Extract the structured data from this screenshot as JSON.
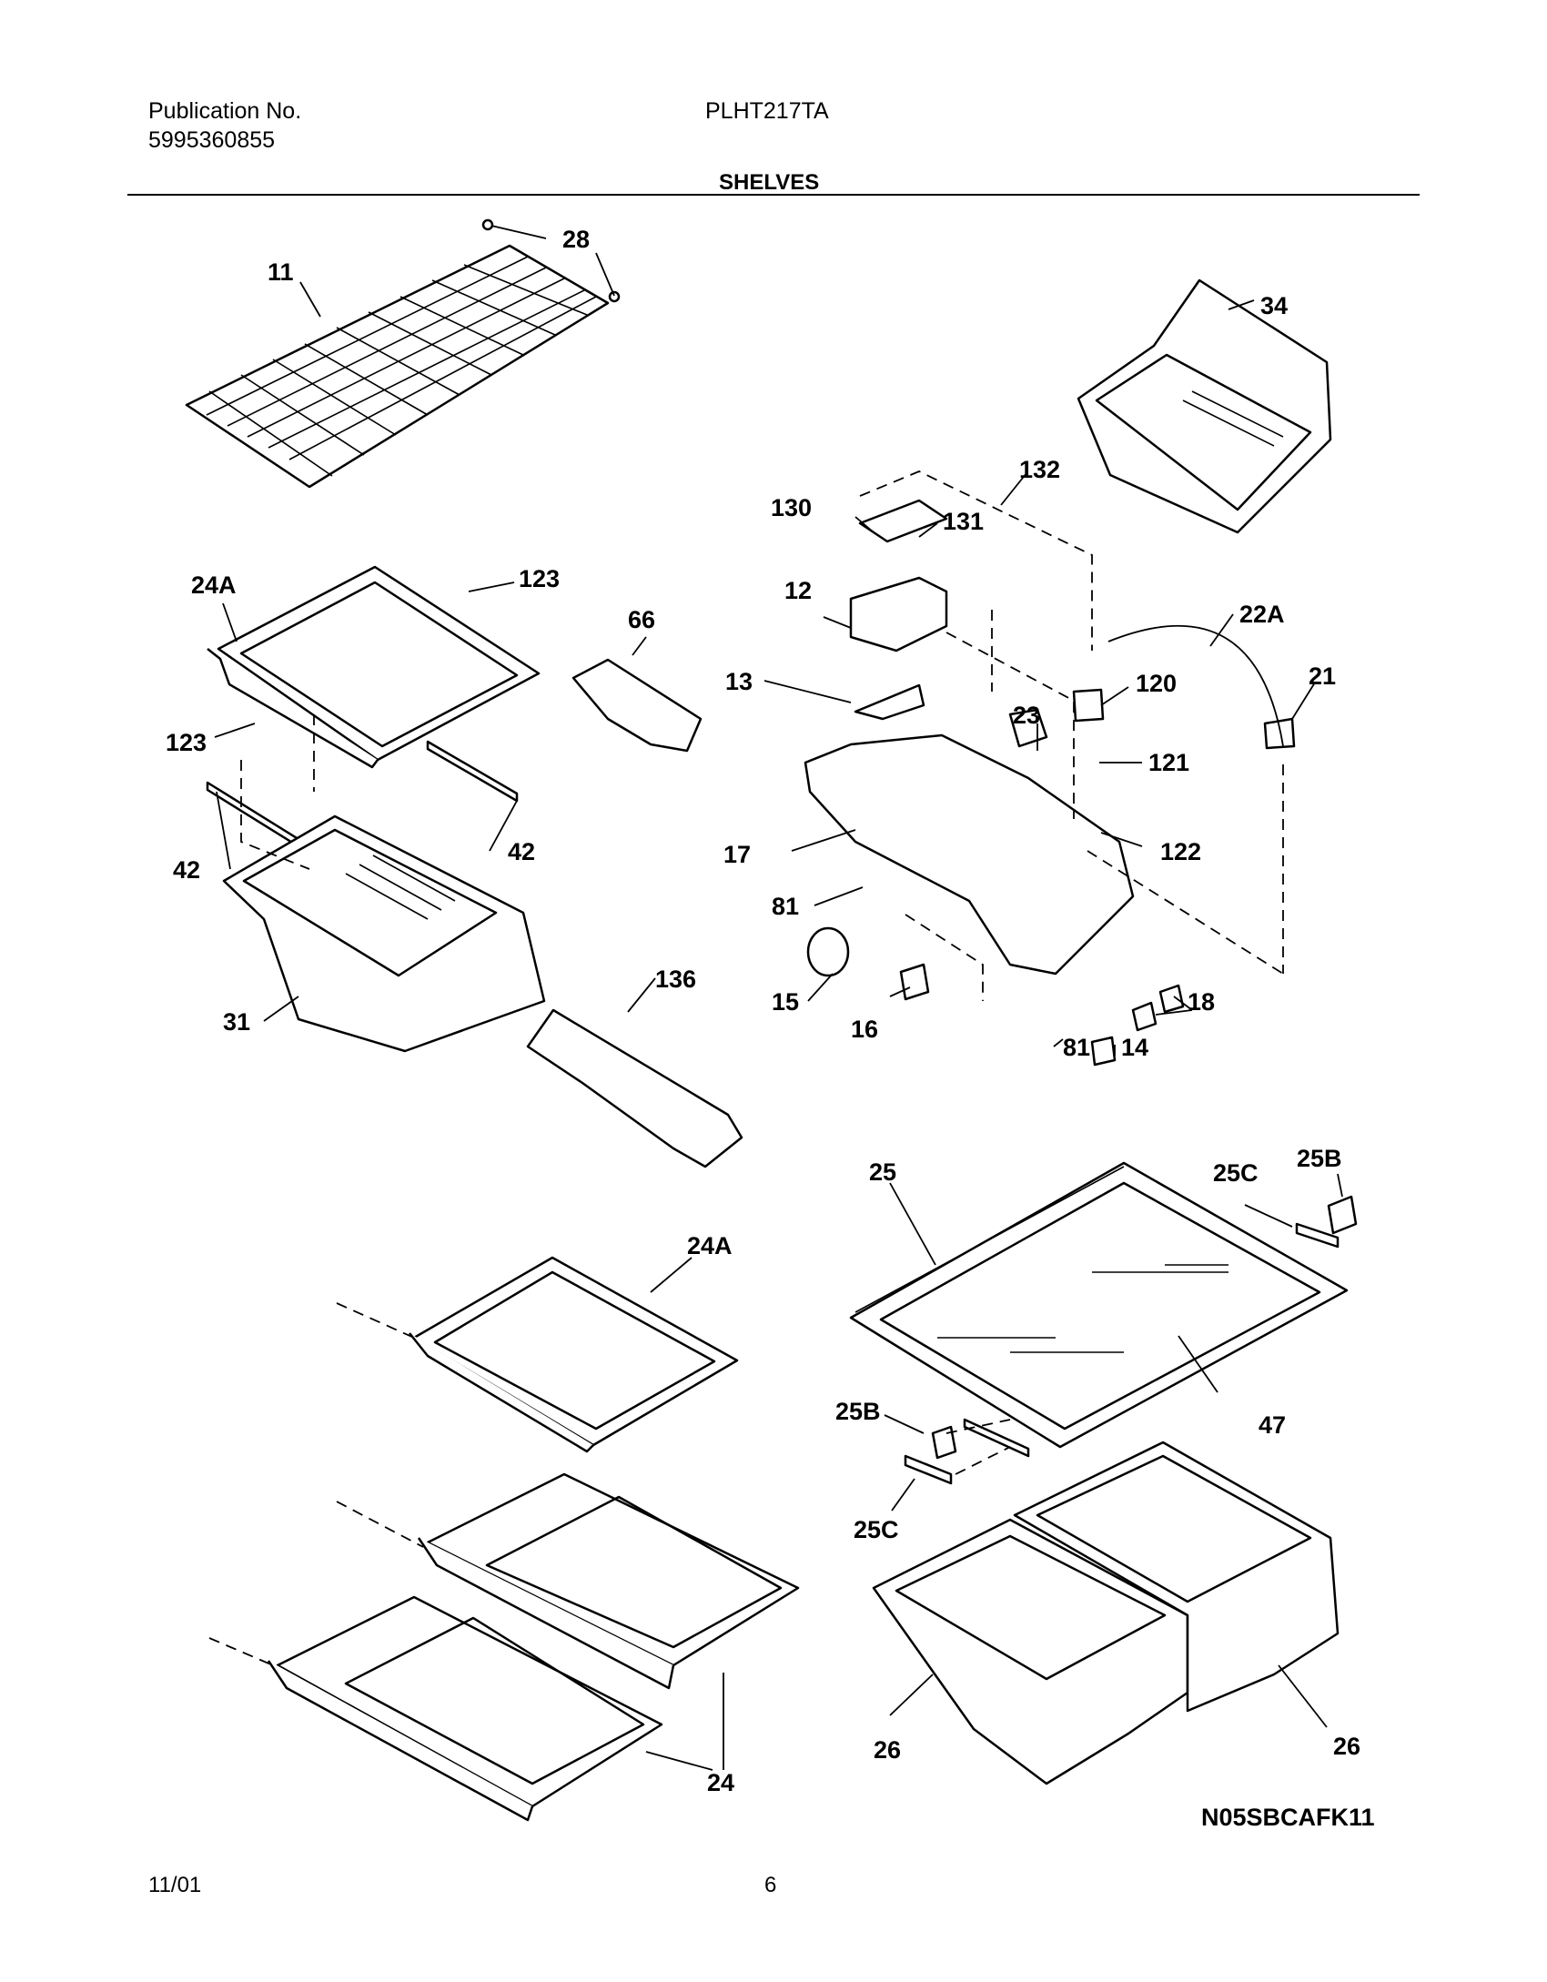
{
  "header": {
    "publication_label": "Publication No.",
    "publication_number": "5995360855",
    "model": "PLHT217TA",
    "section_title": "SHELVES"
  },
  "callouts": [
    {
      "id": "c28",
      "text": "28"
    },
    {
      "id": "c11",
      "text": "11"
    },
    {
      "id": "c34",
      "text": "34"
    },
    {
      "id": "c132",
      "text": "132"
    },
    {
      "id": "c130",
      "text": "130"
    },
    {
      "id": "c131",
      "text": "131"
    },
    {
      "id": "c24A_top",
      "text": "24A"
    },
    {
      "id": "c123_top",
      "text": "123"
    },
    {
      "id": "c66",
      "text": "66"
    },
    {
      "id": "c12",
      "text": "12"
    },
    {
      "id": "c22A",
      "text": "22A"
    },
    {
      "id": "c13",
      "text": "13"
    },
    {
      "id": "c120",
      "text": "120"
    },
    {
      "id": "c21",
      "text": "21"
    },
    {
      "id": "c123_bot",
      "text": "123"
    },
    {
      "id": "c23",
      "text": "23"
    },
    {
      "id": "c121",
      "text": "121"
    },
    {
      "id": "c42_right",
      "text": "42"
    },
    {
      "id": "c17",
      "text": "17"
    },
    {
      "id": "c122",
      "text": "122"
    },
    {
      "id": "c42_left",
      "text": "42"
    },
    {
      "id": "c81_left",
      "text": "81"
    },
    {
      "id": "c136",
      "text": "136"
    },
    {
      "id": "c15",
      "text": "15"
    },
    {
      "id": "c18",
      "text": "18"
    },
    {
      "id": "c31",
      "text": "31"
    },
    {
      "id": "c16",
      "text": "16"
    },
    {
      "id": "c81_right",
      "text": "81"
    },
    {
      "id": "c14",
      "text": "14"
    },
    {
      "id": "c25B_top",
      "text": "25B"
    },
    {
      "id": "c25",
      "text": "25"
    },
    {
      "id": "c25C_top",
      "text": "25C"
    },
    {
      "id": "c24A_mid",
      "text": "24A"
    },
    {
      "id": "c47",
      "text": "47"
    },
    {
      "id": "c25B_bot",
      "text": "25B"
    },
    {
      "id": "c25C_bot",
      "text": "25C"
    },
    {
      "id": "c26_left",
      "text": "26"
    },
    {
      "id": "c26_right",
      "text": "26"
    },
    {
      "id": "c24",
      "text": "24"
    }
  ],
  "footer": {
    "drawing_code": "N05SBCAFK11",
    "date": "11/01",
    "page": "6"
  }
}
